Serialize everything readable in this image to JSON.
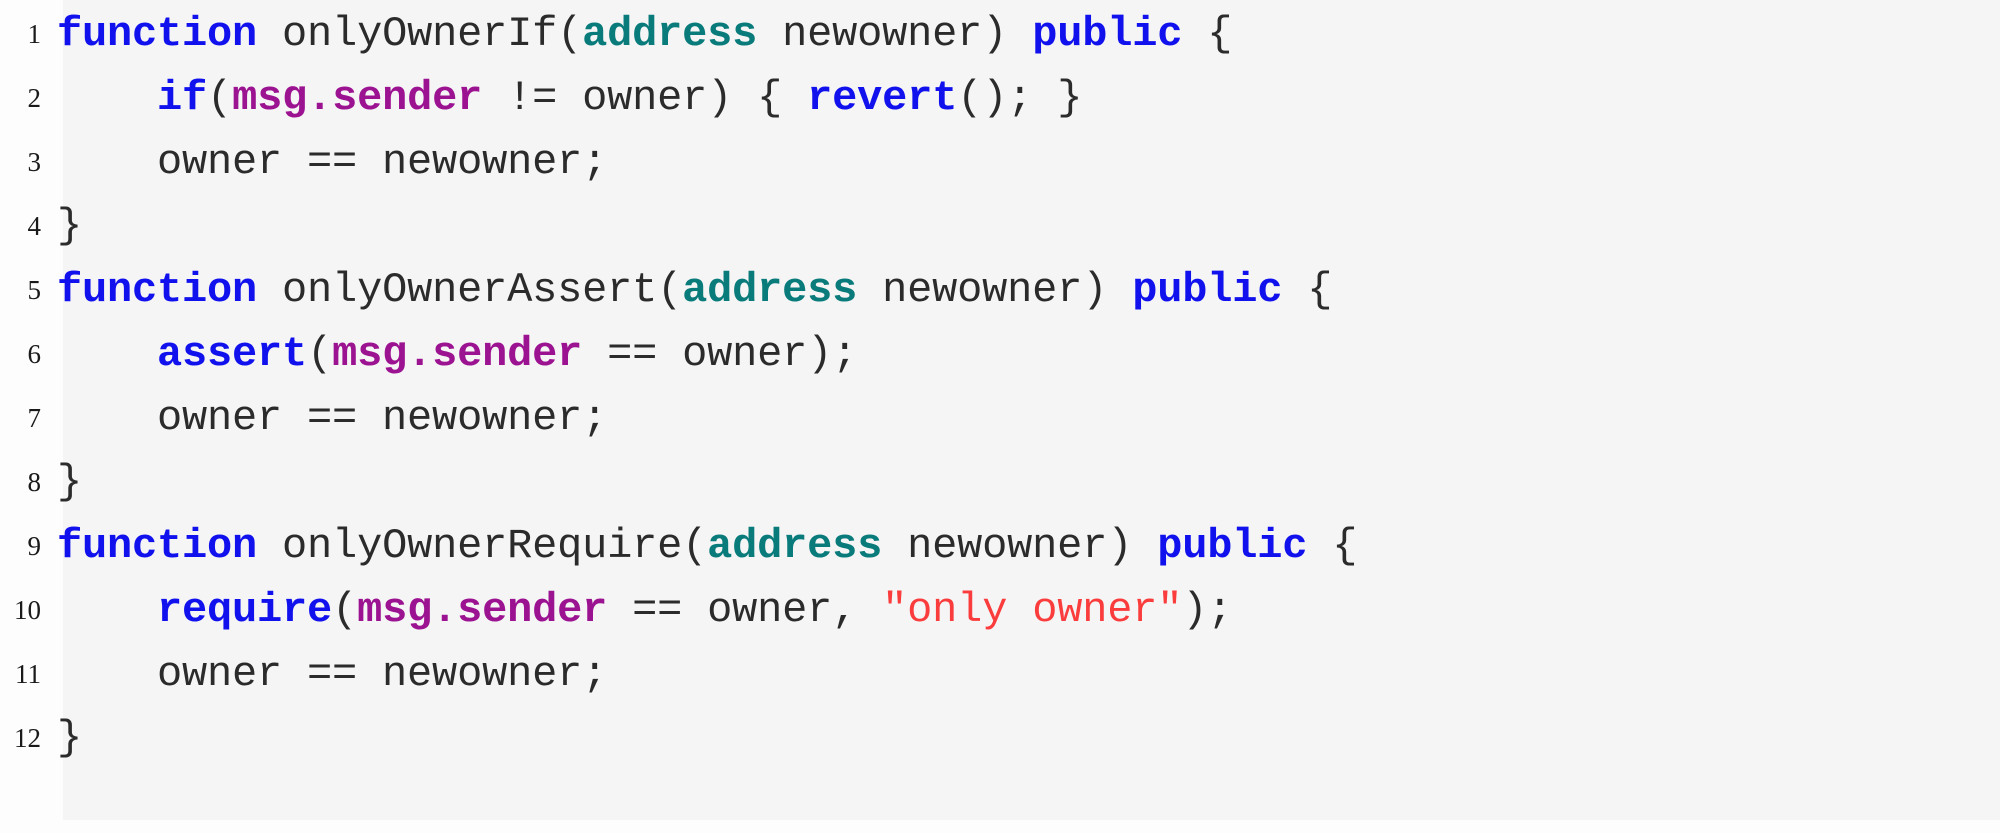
{
  "figure": {
    "kind": "code-listing",
    "language": "solidity",
    "background_code": "#f5f5f5",
    "background_gutter": "#fdfdfd"
  },
  "theme": {
    "keyword_color": "#1111ee",
    "type_color": "#0a7b7b",
    "global_color": "#9c1391",
    "string_color": "#fa3c3c",
    "plain_color": "#2b2b2b",
    "line_number_color": "#1a1a1a"
  },
  "lines": [
    {
      "number": "1",
      "text": "function onlyOwnerIf(address newowner) public {",
      "tokens": [
        {
          "t": "function",
          "c": "kw"
        },
        {
          "t": " onlyOwnerIf(",
          "c": "plain"
        },
        {
          "t": "address",
          "c": "type"
        },
        {
          "t": " newowner) ",
          "c": "plain"
        },
        {
          "t": "public",
          "c": "kw"
        },
        {
          "t": " {",
          "c": "plain"
        }
      ]
    },
    {
      "number": "2",
      "text": "    if(msg.sender != owner) { revert(); }",
      "tokens": [
        {
          "t": "    ",
          "c": "plain"
        },
        {
          "t": "if",
          "c": "kw"
        },
        {
          "t": "(",
          "c": "plain"
        },
        {
          "t": "msg.sender",
          "c": "global"
        },
        {
          "t": " != owner) { ",
          "c": "plain"
        },
        {
          "t": "revert",
          "c": "kw"
        },
        {
          "t": "(); }",
          "c": "plain"
        }
      ]
    },
    {
      "number": "3",
      "text": "    owner == newowner;",
      "tokens": [
        {
          "t": "    owner == newowner;",
          "c": "plain"
        }
      ]
    },
    {
      "number": "4",
      "text": "}",
      "tokens": [
        {
          "t": "}",
          "c": "plain"
        }
      ]
    },
    {
      "number": "5",
      "text": "function onlyOwnerAssert(address newowner) public {",
      "tokens": [
        {
          "t": "function",
          "c": "kw"
        },
        {
          "t": " onlyOwnerAssert(",
          "c": "plain"
        },
        {
          "t": "address",
          "c": "type"
        },
        {
          "t": " newowner) ",
          "c": "plain"
        },
        {
          "t": "public",
          "c": "kw"
        },
        {
          "t": " {",
          "c": "plain"
        }
      ]
    },
    {
      "number": "6",
      "text": "    assert(msg.sender == owner);",
      "tokens": [
        {
          "t": "    ",
          "c": "plain"
        },
        {
          "t": "assert",
          "c": "kw"
        },
        {
          "t": "(",
          "c": "plain"
        },
        {
          "t": "msg.sender",
          "c": "global"
        },
        {
          "t": " == owner);",
          "c": "plain"
        }
      ]
    },
    {
      "number": "7",
      "text": "    owner == newowner;",
      "tokens": [
        {
          "t": "    owner == newowner;",
          "c": "plain"
        }
      ]
    },
    {
      "number": "8",
      "text": "}",
      "tokens": [
        {
          "t": "}",
          "c": "plain"
        }
      ]
    },
    {
      "number": "9",
      "text": "function onlyOwnerRequire(address newowner) public {",
      "tokens": [
        {
          "t": "function",
          "c": "kw"
        },
        {
          "t": " onlyOwnerRequire(",
          "c": "plain"
        },
        {
          "t": "address",
          "c": "type"
        },
        {
          "t": " newowner) ",
          "c": "plain"
        },
        {
          "t": "public",
          "c": "kw"
        },
        {
          "t": " {",
          "c": "plain"
        }
      ]
    },
    {
      "number": "10",
      "text": "    require(msg.sender == owner, \"only owner\");",
      "tokens": [
        {
          "t": "    ",
          "c": "plain"
        },
        {
          "t": "require",
          "c": "kw"
        },
        {
          "t": "(",
          "c": "plain"
        },
        {
          "t": "msg.sender",
          "c": "global"
        },
        {
          "t": " == owner, ",
          "c": "plain"
        },
        {
          "t": "\"only owner\"",
          "c": "str"
        },
        {
          "t": ");",
          "c": "plain"
        }
      ]
    },
    {
      "number": "11",
      "text": "    owner == newowner;",
      "tokens": [
        {
          "t": "    owner == newowner;",
          "c": "plain"
        }
      ]
    },
    {
      "number": "12",
      "text": "}",
      "tokens": [
        {
          "t": "}",
          "c": "plain"
        }
      ]
    }
  ]
}
